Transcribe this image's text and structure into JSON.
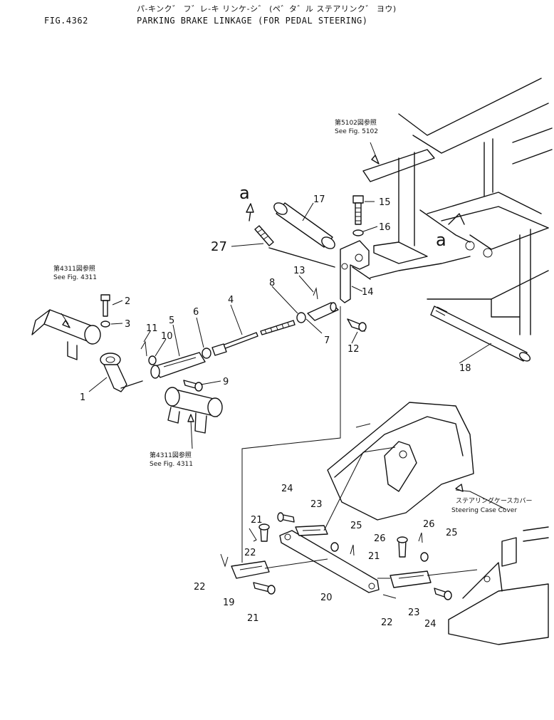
{
  "header": {
    "fig_no": "FIG.4362",
    "title_jp": "パ-キンク゛ フ゛レ-キ リンケ-シ゛ (ペ゛タ゛ル ステアリンク゛ ヨウ)",
    "title_en": "PARKING BRAKE LINKAGE (FOR PEDAL STEERING)"
  },
  "references": {
    "fig5102_jp": "第5102図参照",
    "fig5102_en": "See Fig. 5102",
    "fig4311_left_jp": "第4311図参照",
    "fig4311_left_en": "See Fig. 4311",
    "fig4311_bottom_jp": "第4311図参照",
    "fig4311_bottom_en": "See Fig. 4311",
    "steering_cover_jp": "ステアリングケースカバー",
    "steering_cover_en": "Steering Case Cover"
  },
  "markers": {
    "a_top": "a",
    "a_right": "a"
  },
  "callouts": {
    "p1": "1",
    "p2": "2",
    "p3": "3",
    "p4": "4",
    "p5": "5",
    "p6": "6",
    "p7": "7",
    "p8": "8",
    "p9": "9",
    "p10": "10",
    "p11": "11",
    "p12": "12",
    "p13": "13",
    "p14": "14",
    "p15": "15",
    "p16": "16",
    "p17": "17",
    "p18": "18",
    "p19": "19",
    "p20": "20",
    "p21a": "21",
    "p21b": "21",
    "p21c": "21",
    "p22a": "22",
    "p22b": "22",
    "p22c": "22",
    "p23a": "23",
    "p23b": "23",
    "p24a": "24",
    "p24b": "24",
    "p25a": "25",
    "p25b": "25",
    "p26a": "26",
    "p26b": "26",
    "p27": "27"
  }
}
